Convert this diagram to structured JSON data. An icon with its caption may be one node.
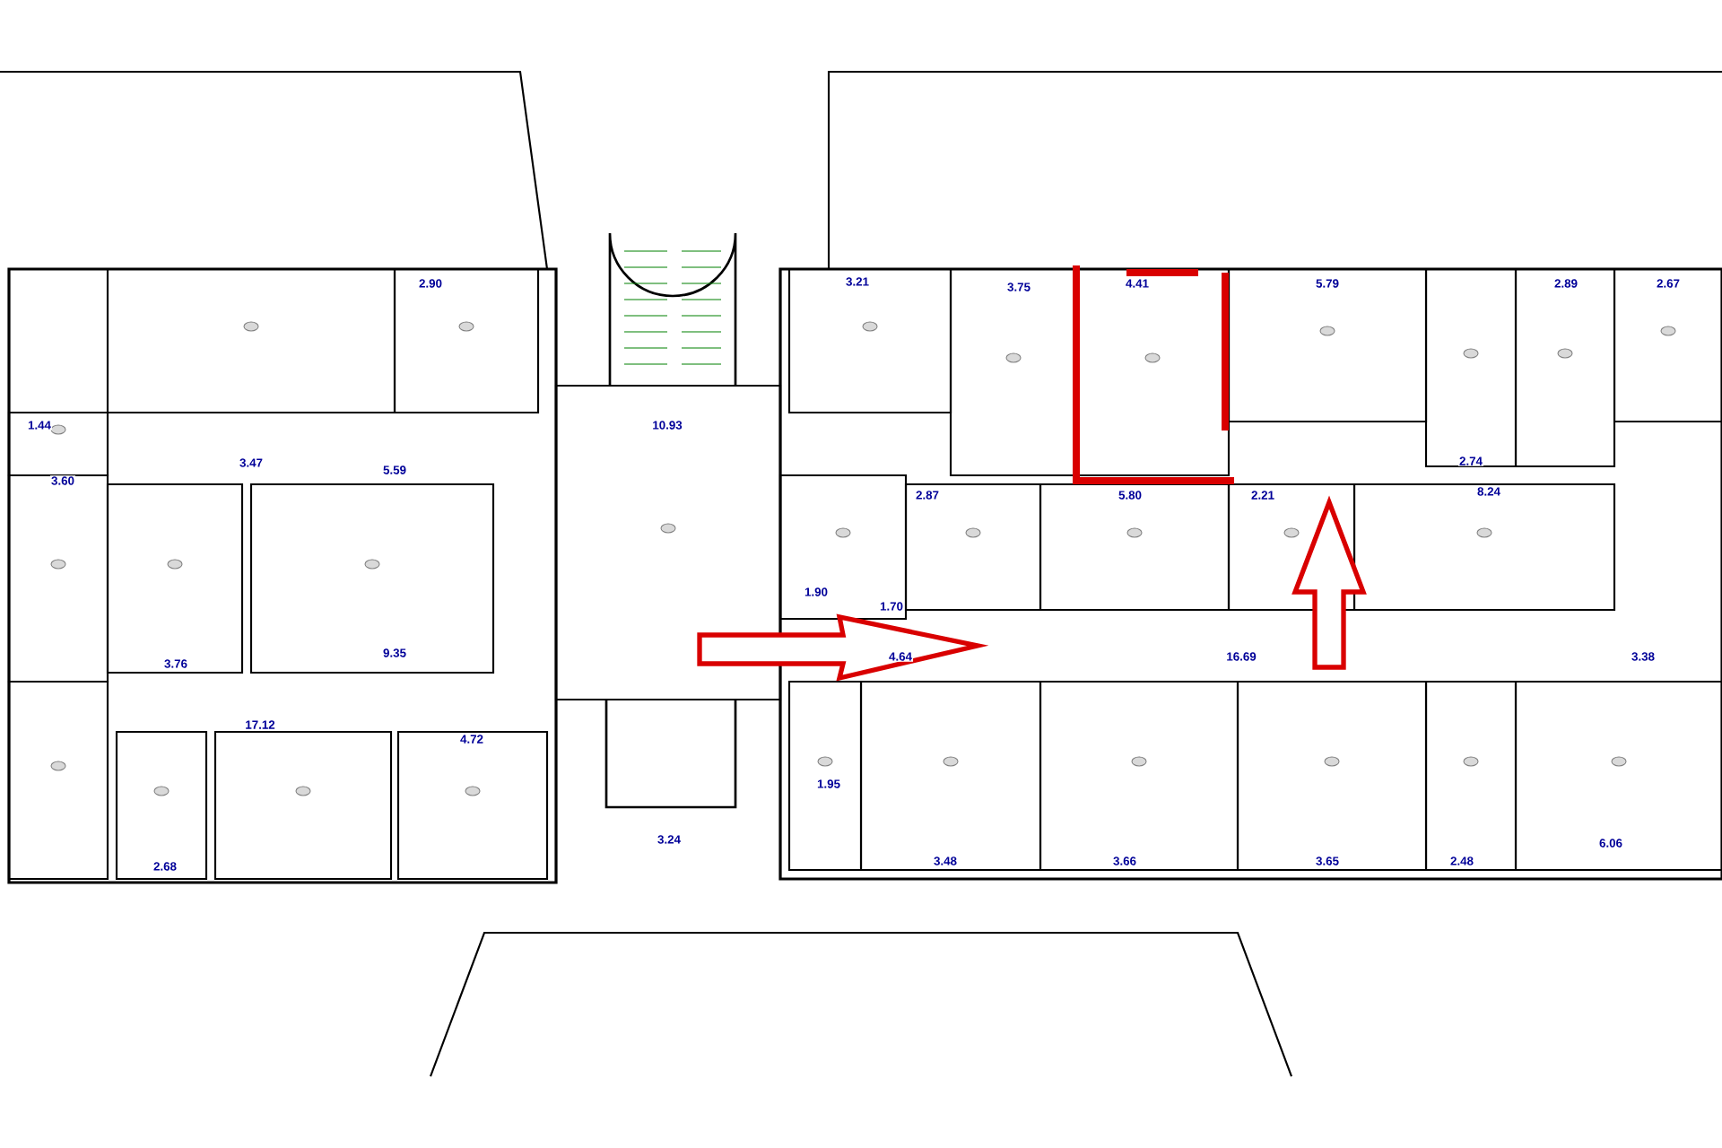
{
  "diagram": {
    "labels": [
      "2.90",
      "1.44",
      "3.47",
      "5.59",
      "3.60",
      "3.76",
      "9.35",
      "10.93",
      "17.12",
      "4.72",
      "2.68",
      "3.24",
      "3.21",
      "3.75",
      "4.41",
      "5.79",
      "2.89",
      "2.67",
      "2.87",
      "5.80",
      "2.21",
      "2.74",
      "8.24",
      "4.64",
      "16.69",
      "3.38",
      "1.90",
      "1.70",
      "1.95",
      "3.48",
      "3.66",
      "3.65",
      "2.48",
      "6.06"
    ]
  }
}
